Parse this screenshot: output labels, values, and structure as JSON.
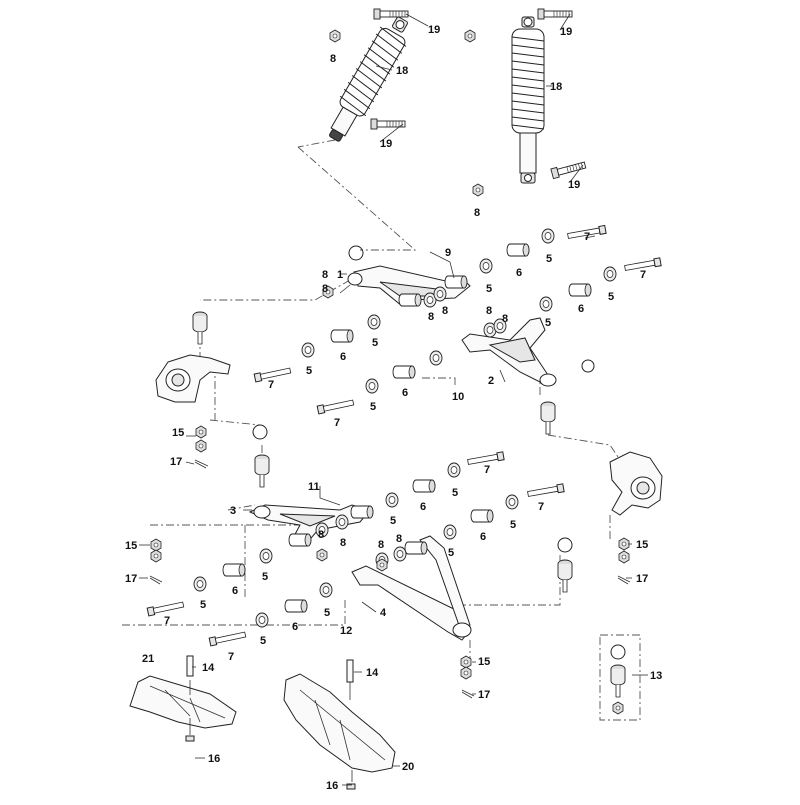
{
  "callouts": [
    {
      "id": "c-19a",
      "text": "19"
    },
    {
      "id": "c-8a",
      "text": "8"
    },
    {
      "id": "c-18a",
      "text": "18"
    },
    {
      "id": "c-19b",
      "text": "19"
    },
    {
      "id": "c-19c",
      "text": "19"
    },
    {
      "id": "c-18b",
      "text": "18"
    },
    {
      "id": "c-19d",
      "text": "19"
    },
    {
      "id": "c-8b",
      "text": "8"
    },
    {
      "id": "c-7a",
      "text": "7"
    },
    {
      "id": "c-9",
      "text": "9"
    },
    {
      "id": "c-8c",
      "text": "8"
    },
    {
      "id": "c-1",
      "text": "1"
    },
    {
      "id": "c-8d",
      "text": "8"
    },
    {
      "id": "c-5a",
      "text": "5"
    },
    {
      "id": "c-6a",
      "text": "6"
    },
    {
      "id": "c-5b",
      "text": "5"
    },
    {
      "id": "c-7b",
      "text": "7"
    },
    {
      "id": "c-8e",
      "text": "8"
    },
    {
      "id": "c-8f",
      "text": "8"
    },
    {
      "id": "c-5c",
      "text": "5"
    },
    {
      "id": "c-6b",
      "text": "6"
    },
    {
      "id": "c-5d",
      "text": "5"
    },
    {
      "id": "c-8g",
      "text": "8"
    },
    {
      "id": "c-8h",
      "text": "8"
    },
    {
      "id": "c-5e",
      "text": "5"
    },
    {
      "id": "c-6c",
      "text": "6"
    },
    {
      "id": "c-5f",
      "text": "5"
    },
    {
      "id": "c-7c",
      "text": "7"
    },
    {
      "id": "c-2",
      "text": "2"
    },
    {
      "id": "c-5g",
      "text": "5"
    },
    {
      "id": "c-6d",
      "text": "6"
    },
    {
      "id": "c-10",
      "text": "10"
    },
    {
      "id": "c-7d",
      "text": "7"
    },
    {
      "id": "c-15a",
      "text": "15"
    },
    {
      "id": "c-17a",
      "text": "17"
    },
    {
      "id": "c-11",
      "text": "11"
    },
    {
      "id": "c-7e",
      "text": "7"
    },
    {
      "id": "c-3",
      "text": "3"
    },
    {
      "id": "c-5h",
      "text": "5"
    },
    {
      "id": "c-6e",
      "text": "6"
    },
    {
      "id": "c-5i",
      "text": "5"
    },
    {
      "id": "c-7f",
      "text": "7"
    },
    {
      "id": "c-5j",
      "text": "5"
    },
    {
      "id": "c-6f",
      "text": "6"
    },
    {
      "id": "c-5k",
      "text": "5"
    },
    {
      "id": "c-8i",
      "text": "8"
    },
    {
      "id": "c-8j",
      "text": "8"
    },
    {
      "id": "c-8k",
      "text": "8"
    },
    {
      "id": "c-8l",
      "text": "8"
    },
    {
      "id": "c-15b",
      "text": "15"
    },
    {
      "id": "c-15c",
      "text": "15"
    },
    {
      "id": "c-17b",
      "text": "17"
    },
    {
      "id": "c-17c",
      "text": "17"
    },
    {
      "id": "c-5l",
      "text": "5"
    },
    {
      "id": "c-6g",
      "text": "6"
    },
    {
      "id": "c-5m",
      "text": "5"
    },
    {
      "id": "c-4",
      "text": "4"
    },
    {
      "id": "c-7g",
      "text": "7"
    },
    {
      "id": "c-5n",
      "text": "5"
    },
    {
      "id": "c-6h",
      "text": "6"
    },
    {
      "id": "c-5o",
      "text": "5"
    },
    {
      "id": "c-12",
      "text": "12"
    },
    {
      "id": "c-7h",
      "text": "7"
    },
    {
      "id": "c-21",
      "text": "21"
    },
    {
      "id": "c-14a",
      "text": "14"
    },
    {
      "id": "c-14b",
      "text": "14"
    },
    {
      "id": "c-15d",
      "text": "15"
    },
    {
      "id": "c-17d",
      "text": "17"
    },
    {
      "id": "c-13",
      "text": "13"
    },
    {
      "id": "c-16a",
      "text": "16"
    },
    {
      "id": "c-20",
      "text": "20"
    },
    {
      "id": "c-16b",
      "text": "16"
    }
  ]
}
